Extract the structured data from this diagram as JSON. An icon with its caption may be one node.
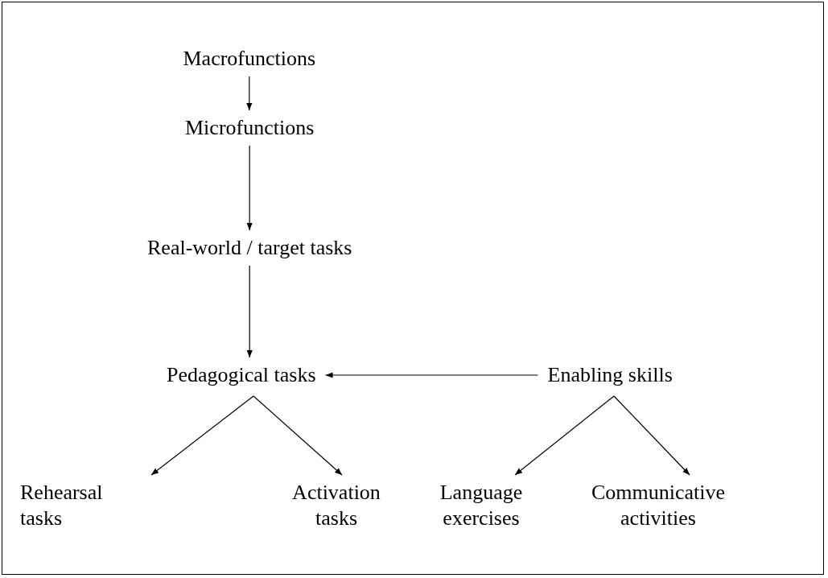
{
  "diagram": {
    "nodes": [
      {
        "text": [
          "Macrofunctions"
        ]
      },
      {
        "text": [
          "Microfunctions"
        ]
      },
      {
        "text": [
          "Real-world / target tasks"
        ]
      },
      {
        "text": [
          "Pedagogical tasks"
        ]
      },
      {
        "text": [
          "Enabling skills"
        ]
      },
      {
        "text": [
          "Rehearsal tasks"
        ]
      },
      {
        "text": [
          "Activation tasks"
        ]
      },
      {
        "text": [
          "Language exercises"
        ]
      },
      {
        "text": [
          "Communicative activities"
        ]
      }
    ],
    "edges": [
      {
        "from": 0,
        "to": 1,
        "arrow": "to"
      },
      {
        "from": 1,
        "to": 2,
        "arrow": "to"
      },
      {
        "from": 2,
        "to": 3,
        "arrow": "to"
      },
      {
        "from": 4,
        "to": 3,
        "arrow": "to"
      },
      {
        "from": 3,
        "to": 5,
        "arrow": "to"
      },
      {
        "from": 3,
        "to": 6,
        "arrow": "to"
      },
      {
        "from": 4,
        "to": 7,
        "arrow": "to"
      },
      {
        "from": 4,
        "to": 8,
        "arrow": "to"
      }
    ]
  }
}
